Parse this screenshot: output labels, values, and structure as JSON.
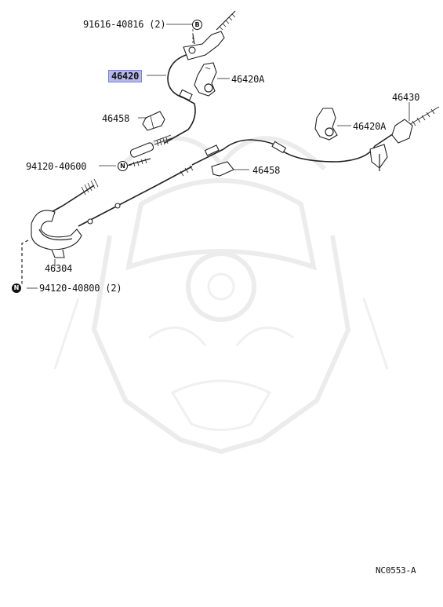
{
  "labels": {
    "bolt_top": "91616-40816 (2)",
    "cable_front": "46420",
    "bracket_left": "46420A",
    "clamp_left": "46458",
    "bolt_mid": "94120-40600",
    "cable_right": "46430",
    "bracket_right": "46420A",
    "clamp_right": "46458",
    "equalizer": "46304",
    "bolt_bottom": "94120-40800 (2)"
  },
  "symbols": {
    "bolt_symbol": "B",
    "nut_symbol": "N"
  },
  "diagram_code": "NC0553-A",
  "highlight_color": "#b6b8ec"
}
